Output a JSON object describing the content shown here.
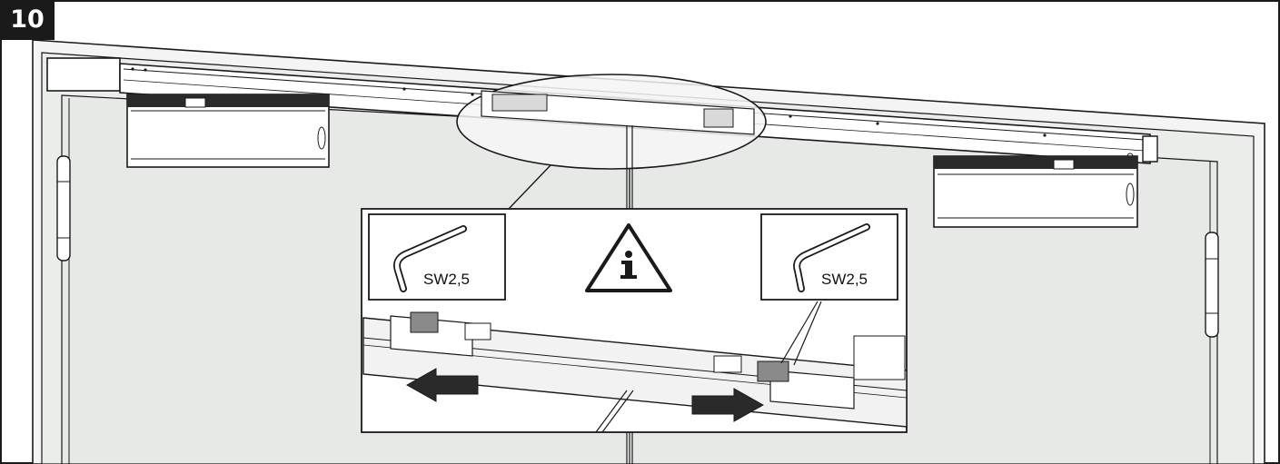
{
  "step": {
    "number": "10"
  },
  "wrench_left": {
    "label": "SW2,5",
    "icon": "allen-key-icon"
  },
  "wrench_right": {
    "label": "SW2,5",
    "icon": "allen-key-icon"
  },
  "warning": {
    "icon": "info-warning-triangle-icon"
  },
  "colors": {
    "door_fill": "#eaecea",
    "frame_fill": "#f3f3f3",
    "outline": "#1a1a1a",
    "badge": "#1a1a1a",
    "arrow": "#2a2a2a"
  }
}
